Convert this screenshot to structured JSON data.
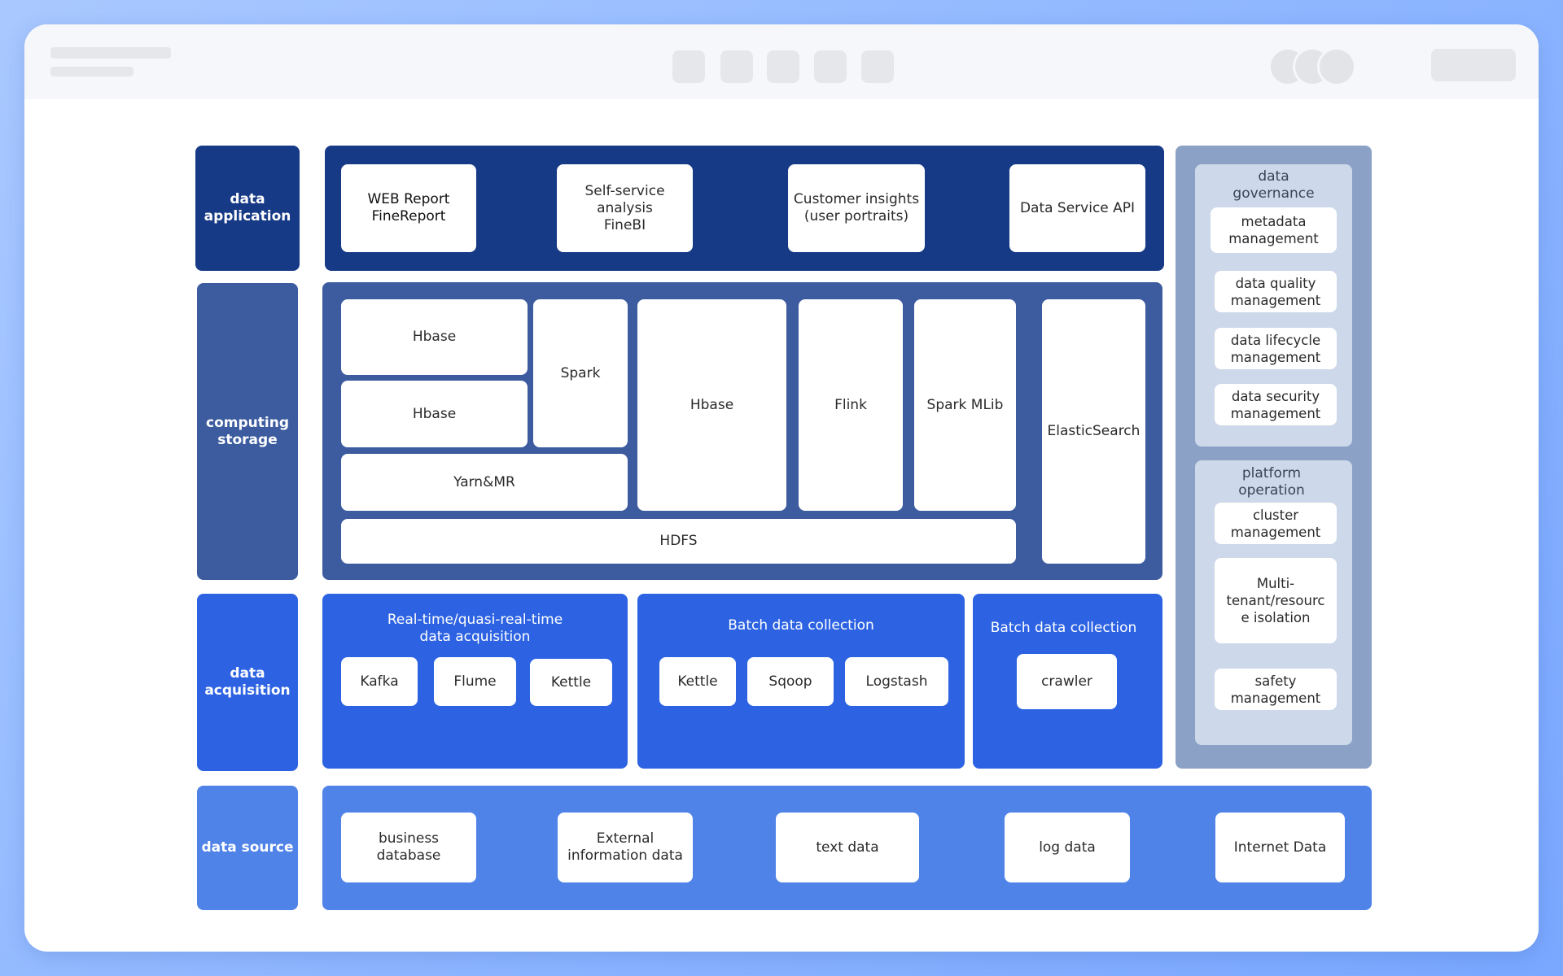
{
  "layers": {
    "application": "data\napplication",
    "computing": "computing\nstorage",
    "acquisition": "data\nacquisition",
    "source": "data source"
  },
  "application": {
    "items": [
      "WEB Report\nFineReport",
      "Self-service\nanalysis\nFineBI",
      "Customer insights\n(user portraits)",
      "Data Service API"
    ]
  },
  "computing": {
    "hbase1": "Hbase",
    "hbase2": "Hbase",
    "spark": "Spark",
    "yarn": "Yarn&MR",
    "hbase3": "Hbase",
    "flink": "Flink",
    "sparkmlib": "Spark MLib",
    "elastic": "ElasticSearch",
    "hdfs": "HDFS"
  },
  "acquisition": {
    "realtime": {
      "title": "Real-time/quasi-real-time\ndata acquisition",
      "items": [
        "Kafka",
        "Flume",
        "Kettle"
      ]
    },
    "batch1": {
      "title": "Batch data collection",
      "items": [
        "Kettle",
        "Sqoop",
        "Logstash"
      ]
    },
    "batch2": {
      "title": "Batch data collection",
      "items": [
        "crawler"
      ]
    }
  },
  "source": {
    "items": [
      "business\ndatabase",
      "External\ninformation data",
      "text data",
      "log data",
      "Internet Data"
    ]
  },
  "governance": {
    "title": "data\ngovernance",
    "items": [
      "metadata\nmanagement",
      "data quality\nmanagement",
      "data lifecycle\nmanagement",
      "data security\nmanagement"
    ]
  },
  "operation": {
    "title": "platform\noperation",
    "items": [
      "cluster\nmanagement",
      "Multi-\ntenant/resourc\ne isolation",
      "safety\nmanagement"
    ]
  },
  "colors": {
    "application": "#173a86",
    "computing": "#3c5c9f",
    "acquisition": "#2d63e2",
    "source": "#4f83e8",
    "side_outer": "#8ba1c6",
    "side_inner": "#cdd8ea"
  }
}
